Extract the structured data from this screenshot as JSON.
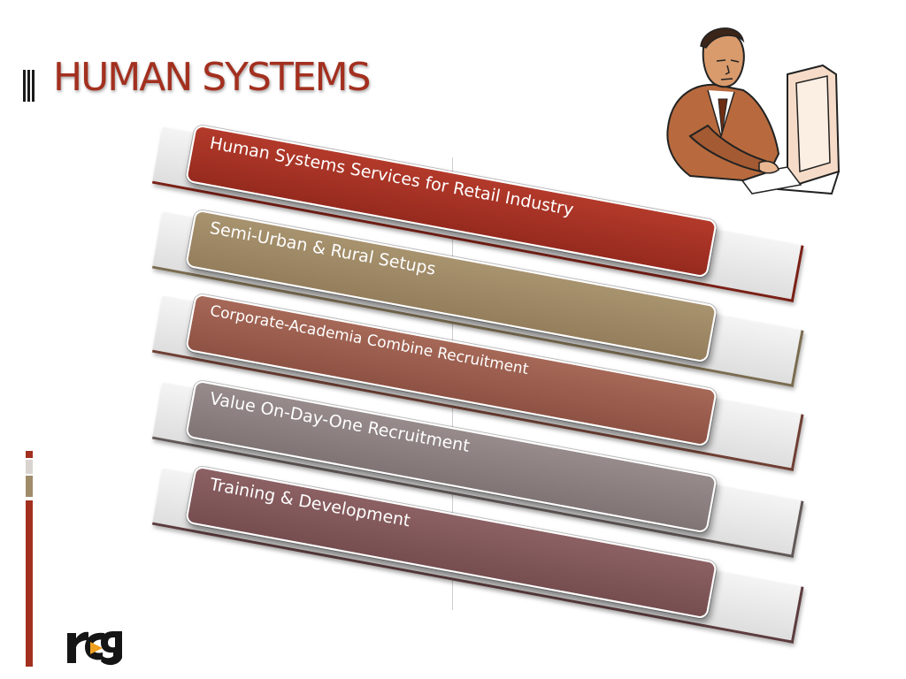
{
  "slide": {
    "title": "HUMAN SYSTEMS"
  },
  "colors": {
    "title": "#a3301f",
    "band_1": "#a83325",
    "band_2": "#a08b69",
    "band_3": "#9c5f4e",
    "band_4": "#8d8181",
    "band_5": "#83585a",
    "band_back": "#e2e2e2"
  },
  "items": [
    {
      "label": "Human Systems Services for Retail Industry"
    },
    {
      "label": "Semi-Urban & Rural Setups"
    },
    {
      "label": "Corporate-Academia Combine Recruitment"
    },
    {
      "label": "Value On-Day-One Recruitment"
    },
    {
      "label": "Training & Development"
    }
  ],
  "icons": {
    "title_marker": "vertical-bars-icon",
    "clipart": "businessman-at-computer-icon",
    "logo": "rcg-logo-icon"
  }
}
